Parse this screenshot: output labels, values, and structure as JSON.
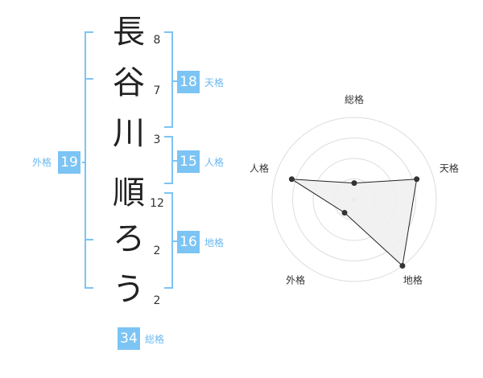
{
  "name_chars": [
    {
      "char": "長",
      "strokes": "8"
    },
    {
      "char": "谷",
      "strokes": "7"
    },
    {
      "char": "川",
      "strokes": "3"
    },
    {
      "char": "順",
      "strokes": "12"
    },
    {
      "char": "ろ",
      "strokes": "2"
    },
    {
      "char": "う",
      "strokes": "2"
    }
  ],
  "kaku": {
    "tenkaku": {
      "label": "天格",
      "value": "18"
    },
    "jinkaku": {
      "label": "人格",
      "value": "15"
    },
    "chikaku": {
      "label": "地格",
      "value": "16"
    },
    "gaikaku": {
      "label": "外格",
      "value": "19"
    },
    "soukaku": {
      "label": "総格",
      "value": "34"
    }
  },
  "chart_data": {
    "type": "radar",
    "axes": [
      "総格",
      "天格",
      "地格",
      "外格",
      "人格"
    ],
    "values": [
      1,
      4,
      5,
      1,
      4
    ],
    "range": [
      0,
      5
    ],
    "rings": 4,
    "colors": {
      "accent": "#7cc4f4",
      "fill": "#f0f0f0",
      "stroke": "#222222",
      "ring": "#dddddd"
    }
  }
}
